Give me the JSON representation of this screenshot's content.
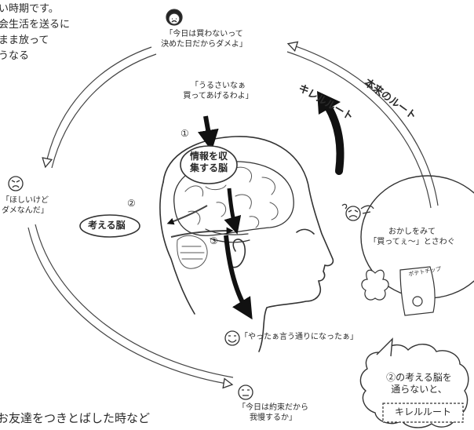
{
  "top_left_text": [
    "い時期です。",
    "会生活を送るに",
    "まま放って",
    "うなる"
  ],
  "bottom_left_text": "お友達をつきとばした時など",
  "top_face": {
    "icon": "frowning-face-icon",
    "quote": "「今日は買わないって\n決めた日だからダメよ」"
  },
  "mother_gives_in": "「うるさいなぁ\n買ってあげるわよ」",
  "honrai_route": "本来のルート",
  "kireru_route": "キレルルート",
  "num1": "①",
  "info_brain": "情報を収\n集する脳",
  "num2": "②",
  "thinking_brain": "考える脳",
  "num3": "③",
  "left_face": {
    "icon": "frowning-face-icon",
    "quote": "「ほしいけど\nダメなんだ」"
  },
  "child": {
    "icon": "crying-face-icon",
    "caption": "おかしをみて\n「買ってぇ〜」とさわぐ"
  },
  "snack_label": "ポテトチップ",
  "happy_face": {
    "icon": "smiling-face-icon",
    "quote": "「やったぁ言う通りになったぁ」"
  },
  "bottom_face": {
    "icon": "calm-face-icon",
    "quote": "「今日は約束だから\n我慢するか」"
  },
  "cloud_text": "②の考える脳を\n通らないと、",
  "kireru_box": "キレルルート"
}
